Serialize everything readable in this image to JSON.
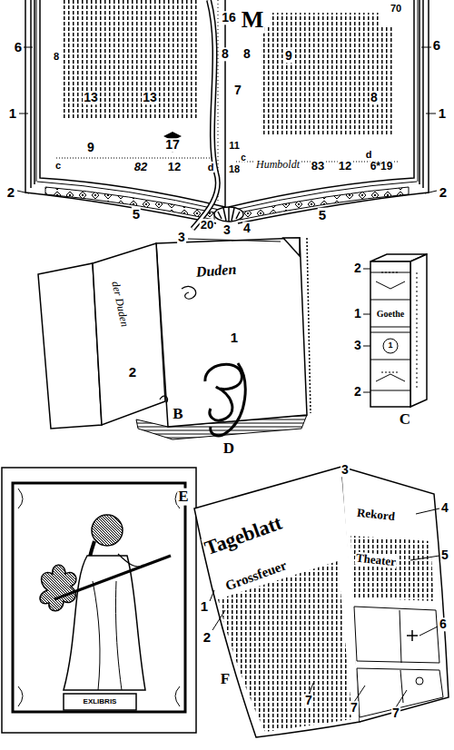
{
  "diagram": {
    "labels": [
      "70",
      "6",
      "8",
      "13",
      "13",
      "9",
      "17",
      "c",
      "82",
      "12",
      "d",
      "16",
      "M",
      "8",
      "8",
      "9",
      "7",
      "8",
      "6",
      "1",
      "1",
      "11",
      "c",
      "Humboldt",
      "83",
      "12",
      "d",
      "18",
      "6*19",
      "2",
      "2",
      "5",
      "5",
      "20",
      "3",
      "4",
      "3",
      "Duden",
      "der Duden",
      "1",
      "2",
      "B",
      "2",
      "Goethe",
      "1",
      "1",
      "3",
      "2",
      "C",
      "D",
      "E",
      "EXLIBRIS",
      "3",
      "Rekord",
      "4",
      "Tageblatt",
      "Grossfeuer",
      "Theater",
      "5",
      "1",
      "6",
      "2",
      "F",
      "7",
      "7",
      "7"
    ]
  }
}
